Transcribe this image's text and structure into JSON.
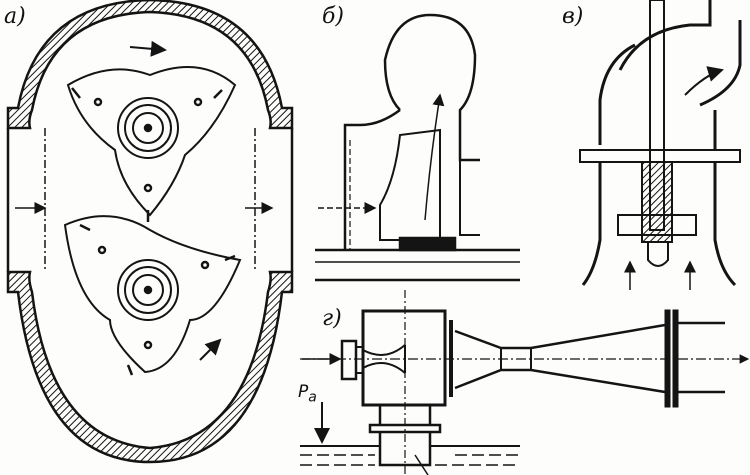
{
  "labels": {
    "a": "а)",
    "b": "б)",
    "v": "в)",
    "g": "г)",
    "pressure_symbol": "P",
    "pressure_subscript": "a"
  },
  "colors": {
    "ink": "#141414",
    "paper": "#fdfdfb"
  }
}
